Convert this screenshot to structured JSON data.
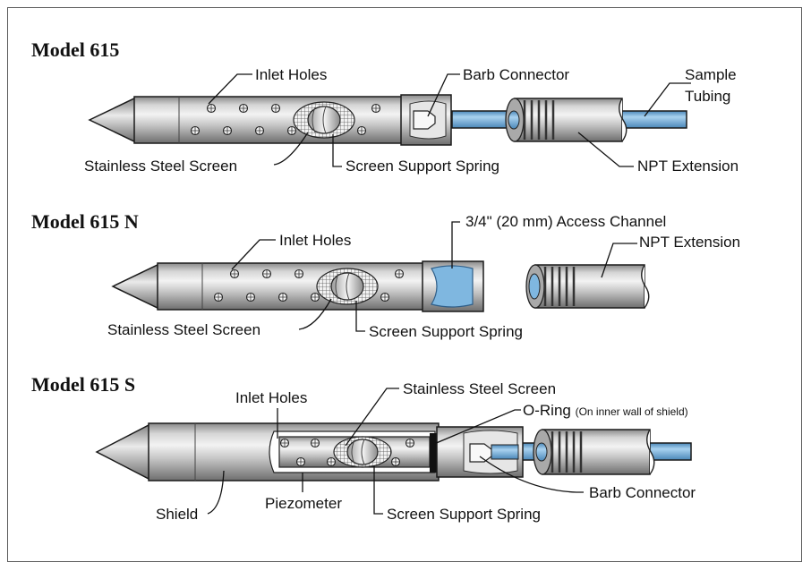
{
  "models": [
    {
      "title": "Model 615",
      "labels": {
        "inlet": "Inlet Holes",
        "barb": "Barb Connector",
        "sample": "Sample",
        "tubing": "Tubing",
        "screen": "Stainless Steel Screen",
        "spring": "Screen Support Spring",
        "npt": "NPT Extension"
      }
    },
    {
      "title": "Model 615 N",
      "labels": {
        "inlet": "Inlet Holes",
        "access": "3/4\"  (20 mm) Access Channel",
        "npt": "NPT Extension",
        "screen": "Stainless Steel Screen",
        "spring": "Screen Support Spring"
      }
    },
    {
      "title": "Model 615 S",
      "labels": {
        "inlet": "Inlet Holes",
        "screen": "Stainless Steel Screen",
        "oring": "O-Ring",
        "oring_note": "(On inner wall of shield)",
        "barb": "Barb Connector",
        "shield": "Shield",
        "piezometer": "Piezometer",
        "spring": "Screen Support Spring"
      }
    }
  ],
  "colors": {
    "steel_light": "#eeeeee",
    "steel_mid": "#b5b5b5",
    "steel_dark": "#7d7d7d",
    "tubing_blue": "#7fb7e0",
    "tubing_blue_dark": "#4a87b8",
    "outline": "#1a1a1a"
  }
}
